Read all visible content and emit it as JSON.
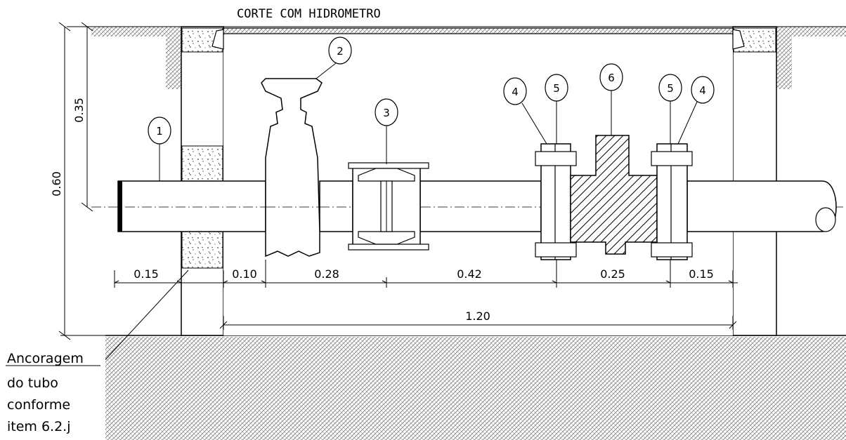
{
  "title": "CORTE COM HIDROMETRO",
  "dimensions": {
    "height_total": "0.60",
    "height_upper": "0.35",
    "d1": "0.15",
    "d2": "0.10",
    "d3": "0.28",
    "d4": "0.42",
    "d5": "0.25",
    "d6": "0.15",
    "total_length": "1.20"
  },
  "callouts": {
    "c1": "1",
    "c2": "2",
    "c3": "3",
    "c4a": "4",
    "c5a": "5",
    "c6": "6",
    "c5b": "5",
    "c4b": "4"
  },
  "note": {
    "line1": "Ancoragem",
    "line2": "do tubo",
    "line3": "conforme",
    "line4": "item  6.2.j"
  }
}
